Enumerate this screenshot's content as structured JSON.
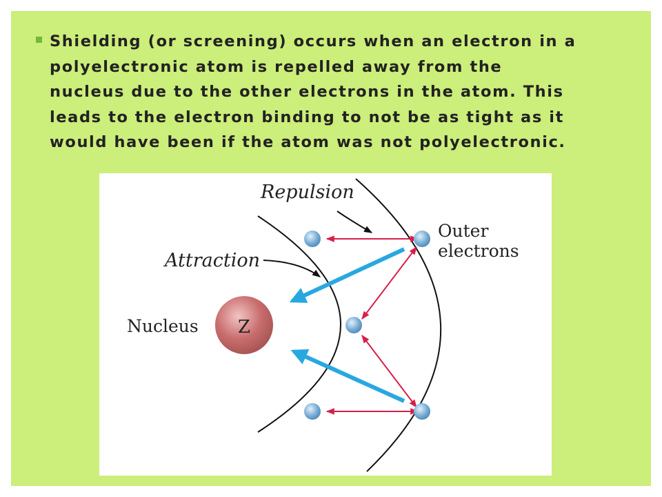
{
  "slide": {
    "background": "#ccee7a",
    "bullet": {
      "text": "Shielding (or screening) occurs when an electron in a\npolyelectronic atom is repelled away from the\nnucleus due to the other electrons in the atom.  This\nleads to the electron binding to not be as tight as it\nwould have been if the atom was not polyelectronic."
    }
  },
  "diagram": {
    "labels": {
      "repulsion": "Repulsion",
      "attraction": "Attraction",
      "nucleus": "Nucleus",
      "nucleus_symbol": "Z",
      "outer_line1": "Outer",
      "outer_line2": "electrons"
    },
    "colors": {
      "attraction_arrow": "#29a8e0",
      "repulsion_arrow": "#d61f4a",
      "nucleus": "#c96e6e",
      "electron": "#7aaed6"
    }
  }
}
